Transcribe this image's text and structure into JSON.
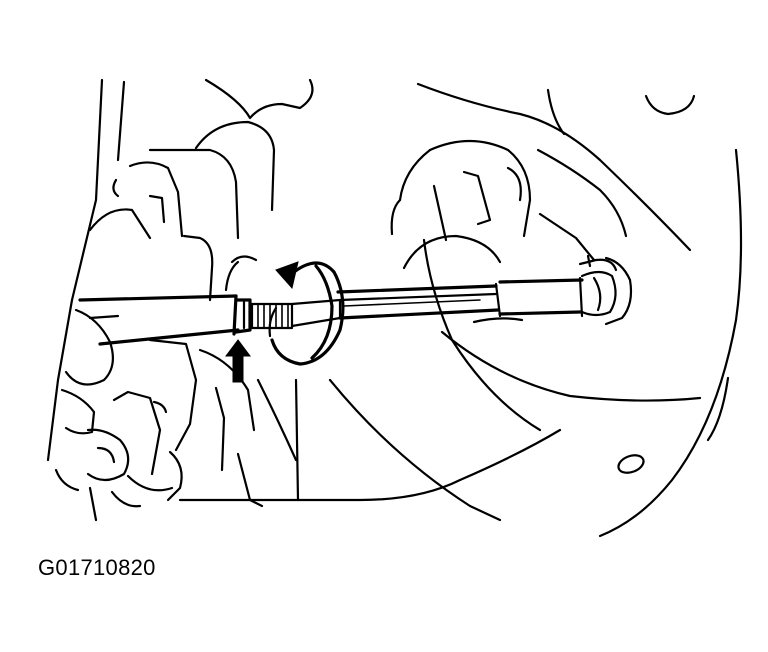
{
  "figure": {
    "id_label": "G01710820",
    "icons": {
      "assembly": "suspension-assembly-illustration",
      "tool": "rod-tool",
      "rotation": "rotation-arrow-icon",
      "direction": "up-arrow-icon"
    }
  }
}
